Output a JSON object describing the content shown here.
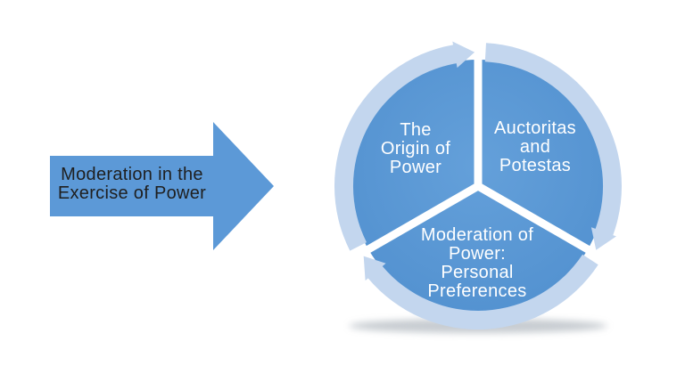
{
  "arrow": {
    "label": "Moderation in the\nExercise of Power"
  },
  "cycle": {
    "segments": [
      {
        "id": "origin",
        "label": "The\nOrigin of\nPower"
      },
      {
        "id": "auctoritas",
        "label": "Auctoritas\nand\nPotestas"
      },
      {
        "id": "moderation",
        "label": "Moderation of\nPower:\nPersonal\nPreferences"
      }
    ]
  },
  "colors": {
    "shape_blue": "#5c99d7",
    "pie_center": "#64a0da",
    "pie_edge": "#5190cf",
    "ring_blue": "#c3d6ee",
    "divider_white": "#ffffff",
    "segment_text": "#ffffff",
    "arrow_text": "#1f1f1f",
    "shadow": "#8f99a3"
  }
}
